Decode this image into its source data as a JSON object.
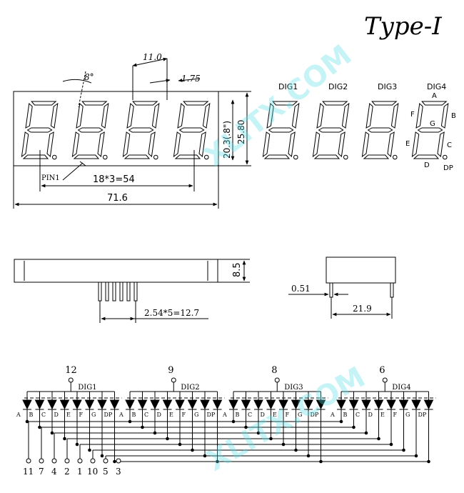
{
  "title": "Type-I",
  "front": {
    "angle": "8°",
    "seg_width": "11.0",
    "gap": "1.75",
    "digit_height": "20.3(.8\")",
    "total_height": "25.80",
    "pin1": "PIN1",
    "pin_span": "18*3=54",
    "total_width": "71.6"
  },
  "digits_view": {
    "digits": [
      "DIG1",
      "DIG2",
      "DIG3",
      "DIG4"
    ],
    "segments": {
      "a": "A",
      "b": "B",
      "c": "C",
      "d": "D",
      "e": "E",
      "f": "F",
      "g": "G",
      "dp": "DP"
    }
  },
  "side": {
    "depth": "8.5",
    "pin_pitch": "2.54*5=12.7",
    "pin_width": "0.51",
    "row_spacing": "21.9"
  },
  "circuit": {
    "commons": [
      {
        "pin": "12",
        "label": "DIG1"
      },
      {
        "pin": "9",
        "label": "DIG2"
      },
      {
        "pin": "8",
        "label": "DIG3"
      },
      {
        "pin": "6",
        "label": "DIG4"
      }
    ],
    "seg_labels": [
      "A",
      "B",
      "C",
      "D",
      "E",
      "F",
      "G",
      "DP"
    ],
    "bottom_pins": [
      "11",
      "7",
      "4",
      "2",
      "1",
      "10",
      "5",
      "3"
    ]
  },
  "watermark": "XLITX.COM"
}
